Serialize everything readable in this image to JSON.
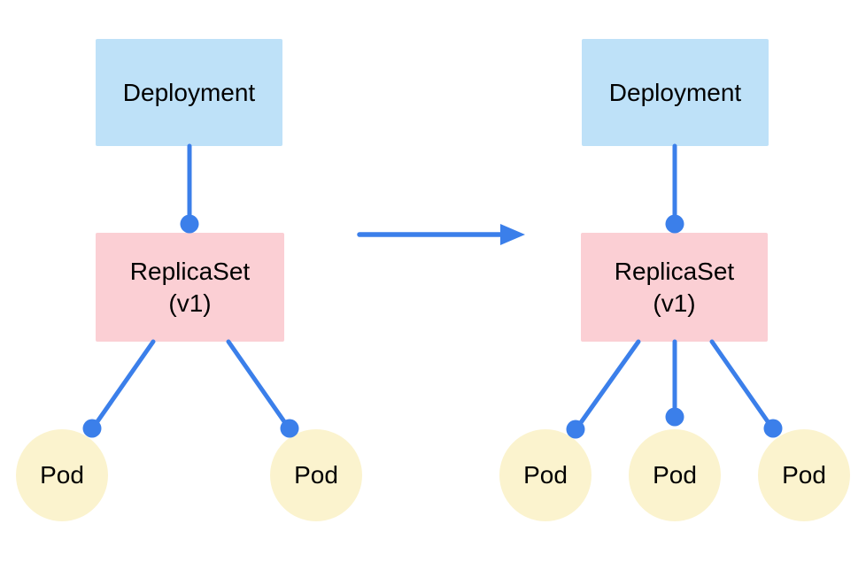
{
  "diagram": {
    "colors": {
      "deployment_fill": "#bee1f8",
      "replicaset_fill": "#fbcfd4",
      "pod_fill": "#fbf3ce",
      "connector": "#3b7fea",
      "label_text": "#000000",
      "background": "#ffffff"
    },
    "before": {
      "deployment_label": "Deployment",
      "replicaset_label_line1": "ReplicaSet",
      "replicaset_label_line2": "(v1)",
      "pods": [
        {
          "label": "Pod"
        },
        {
          "label": "Pod"
        }
      ]
    },
    "after": {
      "deployment_label": "Deployment",
      "replicaset_label_line1": "ReplicaSet",
      "replicaset_label_line2": "(v1)",
      "pods": [
        {
          "label": "Pod"
        },
        {
          "label": "Pod"
        },
        {
          "label": "Pod"
        }
      ]
    }
  }
}
